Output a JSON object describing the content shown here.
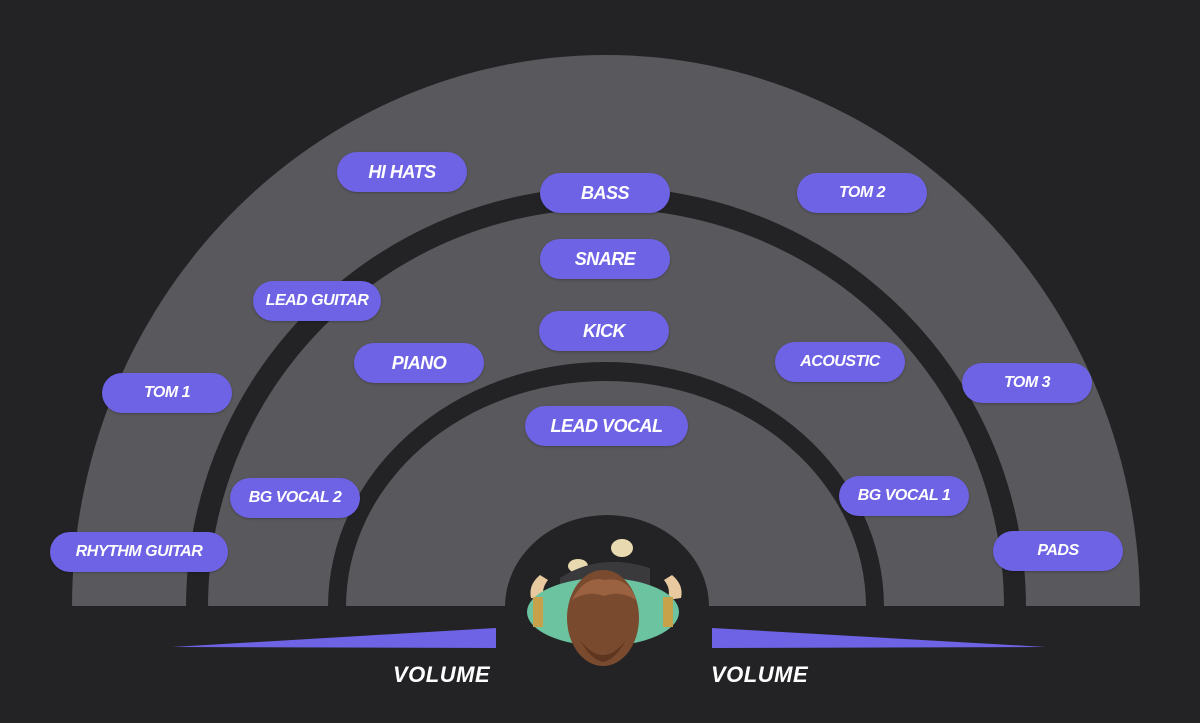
{
  "colors": {
    "background": "#232325",
    "band": "#59585c",
    "divider": "#232325",
    "pill": "#6e63e4",
    "pill_text": "#ffffff",
    "volume_wedge": "#6e63e4",
    "listener_shirt": "#6cc3a0",
    "listener_hair": "#7a4a2e"
  },
  "instruments": {
    "hi_hats": "HI HATS",
    "bass": "BASS",
    "tom2": "TOM 2",
    "snare": "SNARE",
    "lead_guitar": "LEAD GUITAR",
    "kick": "KICK",
    "piano": "PIANO",
    "acoustic": "ACOUSTIC",
    "tom1": "TOM 1",
    "tom3": "TOM 3",
    "lead_vocal": "LEAD VOCAL",
    "bg_vocal_2": "BG VOCAL 2",
    "bg_vocal_1": "BG VOCAL 1",
    "rhythm_guitar": "RHYTHM GUITAR",
    "pads": "PADS"
  },
  "volume": {
    "left_label": "VOLUME",
    "right_label": "VOLUME"
  },
  "icons": {
    "listener": "listener-top-view-icon"
  }
}
